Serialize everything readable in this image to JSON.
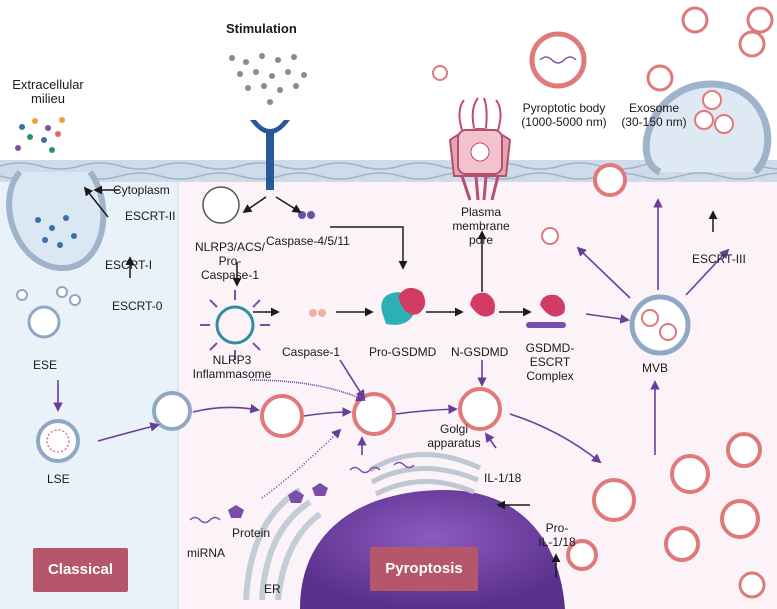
{
  "labels": {
    "stimulation": "Stimulation",
    "extracellular_milieu": [
      "Extracellular",
      "milieu"
    ],
    "cytoplasm": "Cytoplasm",
    "escrt_ii": "ESCRT-II",
    "escrt_i": "ESCRT-I",
    "escrt_0": "ESCRT-0",
    "escrt_iii": "ESCRT-III",
    "ese": "ESE",
    "lse": "LSE",
    "nlrp3_acs": [
      "NLRP3/ACS/",
      "Pro-",
      "Caspase-1"
    ],
    "caspase_4511": "Caspase-4/5/11",
    "nlrp3_inflammasome": [
      "NLRP3",
      "Inflammasome"
    ],
    "caspase_1": "Caspase-1",
    "pro_gsdmd": "Pro-GSDMD",
    "n_gsdmd": "N-GSDMD",
    "gsdmd_escrt": [
      "GSDMD-",
      "ESCRT",
      "Complex"
    ],
    "plasma_membrane_pore": [
      "Plasma",
      "membrane",
      "pore"
    ],
    "pyroptotic_body": [
      "Pyroptotic body",
      "(1000-5000 nm)"
    ],
    "exosome": [
      "Exosome",
      "(30-150 nm)"
    ],
    "mvb": "MVB",
    "golgi": [
      "Golgi",
      "apparatus"
    ],
    "il_118": "IL-1/18",
    "pro_il_118": [
      "Pro-",
      "IL-1/18"
    ],
    "protein": "Protein",
    "mirna": "miRNA",
    "er": "ER"
  },
  "badges": {
    "classical": "Classical",
    "pyroptosis": "Pyroptosis"
  },
  "colors": {
    "classical_badge": "#b5566b",
    "pyroptosis_badge": "#b5566b",
    "arrow": "#6a3d9a",
    "nucleus": "#6b3f9e",
    "vesicle_outline": "#e07a7a",
    "left_panel": "#e8f0f8",
    "cytoplasm_bg": "#fbf3f8"
  }
}
